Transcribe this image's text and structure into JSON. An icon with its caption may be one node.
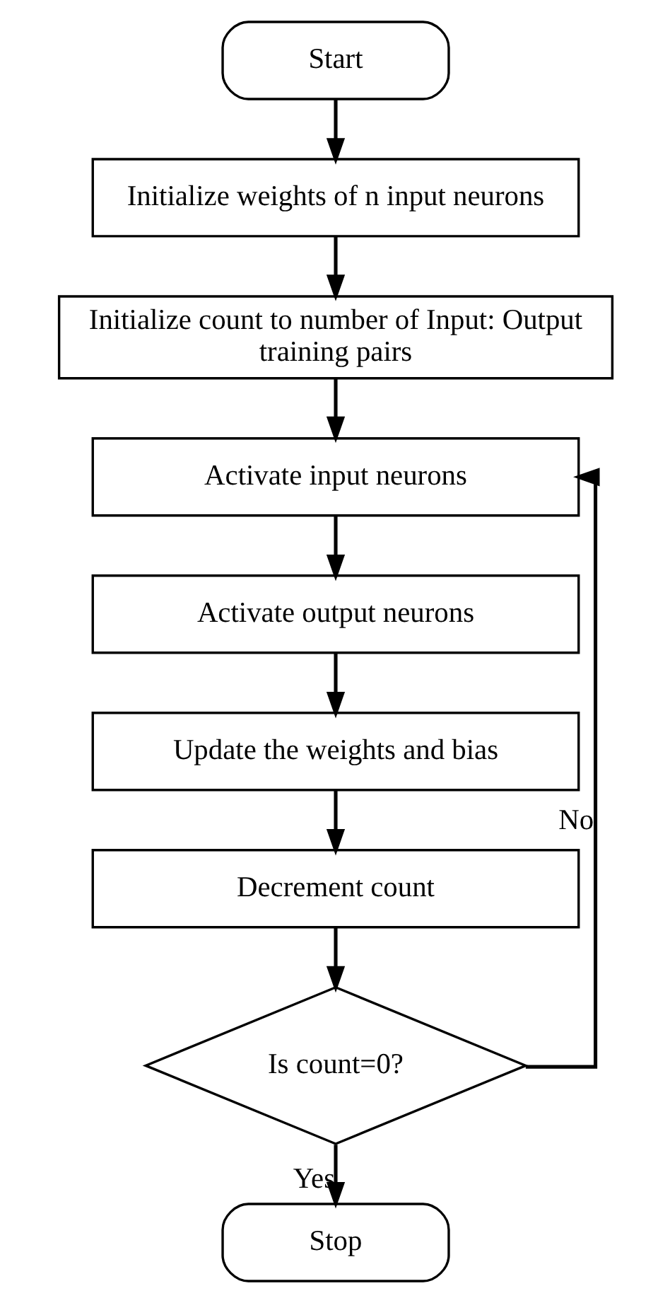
{
  "diagram": {
    "nodes": [
      {
        "text": [
          "Start"
        ]
      },
      {
        "text": [
          "Initialize weights of n input neurons"
        ]
      },
      {
        "text": [
          "Initialize count to number of Input: Output training pairs"
        ]
      },
      {
        "text": [
          "Activate input neurons"
        ]
      },
      {
        "text": [
          "Activate output neurons"
        ]
      },
      {
        "text": [
          "Update the weights and bias"
        ]
      },
      {
        "text": [
          "Decrement count"
        ]
      },
      {
        "text": [
          "Is count=0?"
        ]
      },
      {
        "text": [
          "Stop"
        ]
      }
    ],
    "edges": [
      {
        "from": 0,
        "to": 1,
        "arrow": "to"
      },
      {
        "from": 1,
        "to": 2,
        "arrow": "to"
      },
      {
        "from": 2,
        "to": 3,
        "arrow": "to"
      },
      {
        "from": 3,
        "to": 4,
        "arrow": "to"
      },
      {
        "from": 4,
        "to": 5,
        "arrow": "to"
      },
      {
        "from": 5,
        "to": 6,
        "arrow": "to"
      },
      {
        "from": 6,
        "to": 7,
        "arrow": "to"
      },
      {
        "from": 7,
        "to": 8,
        "arrow": "to",
        "label": "Yes"
      },
      {
        "from": 7,
        "to": 3,
        "arrow": "to",
        "label": "No"
      }
    ]
  }
}
